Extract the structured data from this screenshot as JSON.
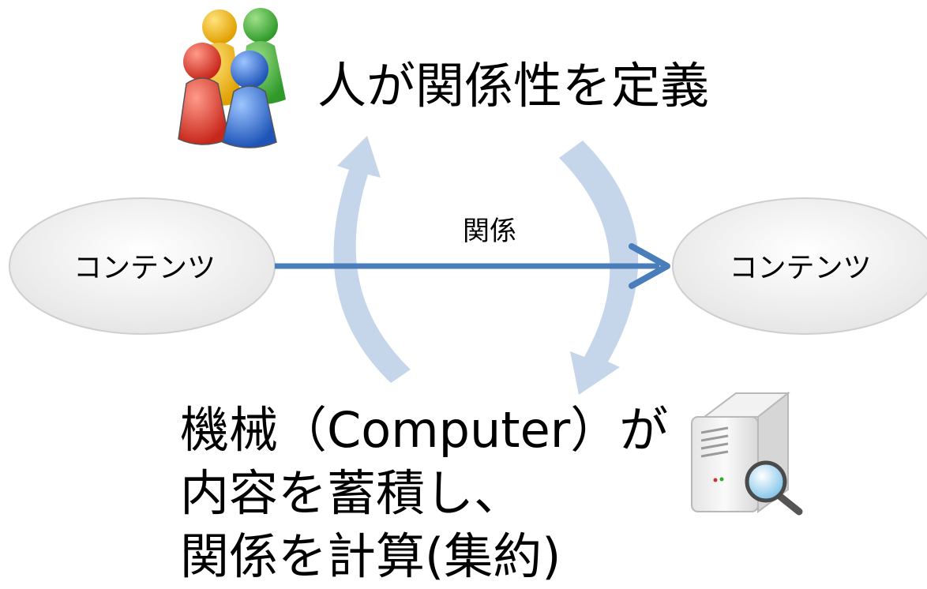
{
  "top_caption": "人が関係性を定義",
  "nodes": {
    "left": "コンテンツ",
    "right": "コンテンツ"
  },
  "edge_label": "関係",
  "bottom_caption": {
    "line1": "機械（Computer）が",
    "line2": "内容を蓄積し、",
    "line3": "関係を計算(集約)"
  },
  "icons": {
    "people": "people-figures-icon",
    "server": "server-search-icon"
  },
  "colors": {
    "cycle_arrow": "#c5d6ea",
    "relation_arrow": "#4a7ebb",
    "ellipse_fill": "#eeeeee",
    "ellipse_stroke": "#cfcfcf"
  }
}
